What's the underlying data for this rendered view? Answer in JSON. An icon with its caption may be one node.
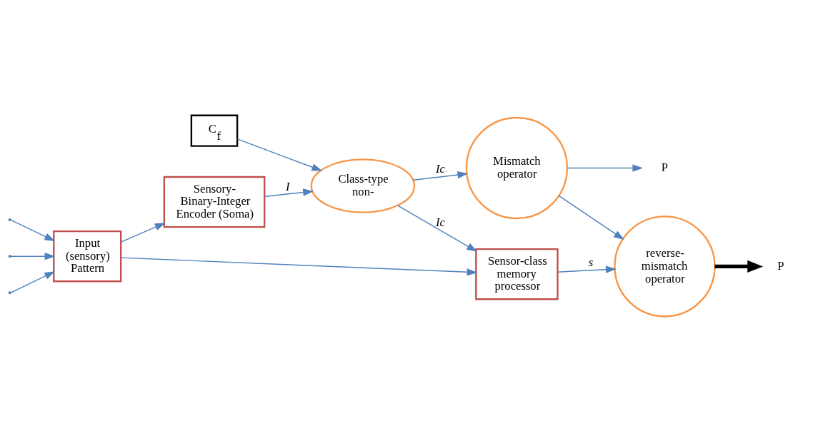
{
  "diagram": {
    "nodes": [
      {
        "text": [
          "Input (sensory) Pattern"
        ]
      },
      {
        "text": [
          "Sensory- Binary-Integer Encoder (Soma)"
        ]
      },
      {
        "text": [
          "C$_{f}$"
        ]
      },
      {
        "text": [
          "Class-type non-"
        ]
      },
      {
        "text": [
          "Mismatch operator"
        ]
      },
      {
        "text": [
          "Sensor-class memory processor"
        ]
      },
      {
        "text": [
          "reverse- mismatch operator"
        ]
      },
      {
        "text": [
          "P"
        ]
      },
      {
        "text": [
          "P"
        ]
      }
    ],
    "edges": [
      {
        "from": null,
        "to": 0,
        "arrow": "to"
      },
      {
        "from": null,
        "to": 0,
        "arrow": "to"
      },
      {
        "from": null,
        "to": 0,
        "arrow": "to"
      },
      {
        "from": 0,
        "to": 1,
        "arrow": "to"
      },
      {
        "from": 0,
        "to": 5,
        "arrow": "to"
      },
      {
        "from": 1,
        "to": 3,
        "arrow": "to",
        "label": "I"
      },
      {
        "from": 2,
        "to": 3,
        "arrow": "to"
      },
      {
        "from": 3,
        "to": 4,
        "arrow": "to",
        "label": "Ic"
      },
      {
        "from": 3,
        "to": 5,
        "arrow": "to",
        "label": "Ic"
      },
      {
        "from": 4,
        "to": 7,
        "arrow": "to"
      },
      {
        "from": 4,
        "to": 6,
        "arrow": "to"
      },
      {
        "from": 5,
        "to": 6,
        "arrow": "to",
        "label": "s"
      },
      {
        "from": 6,
        "to": 8,
        "arrow": "to",
        "style": "thick",
        "color": "#000000"
      }
    ]
  }
}
